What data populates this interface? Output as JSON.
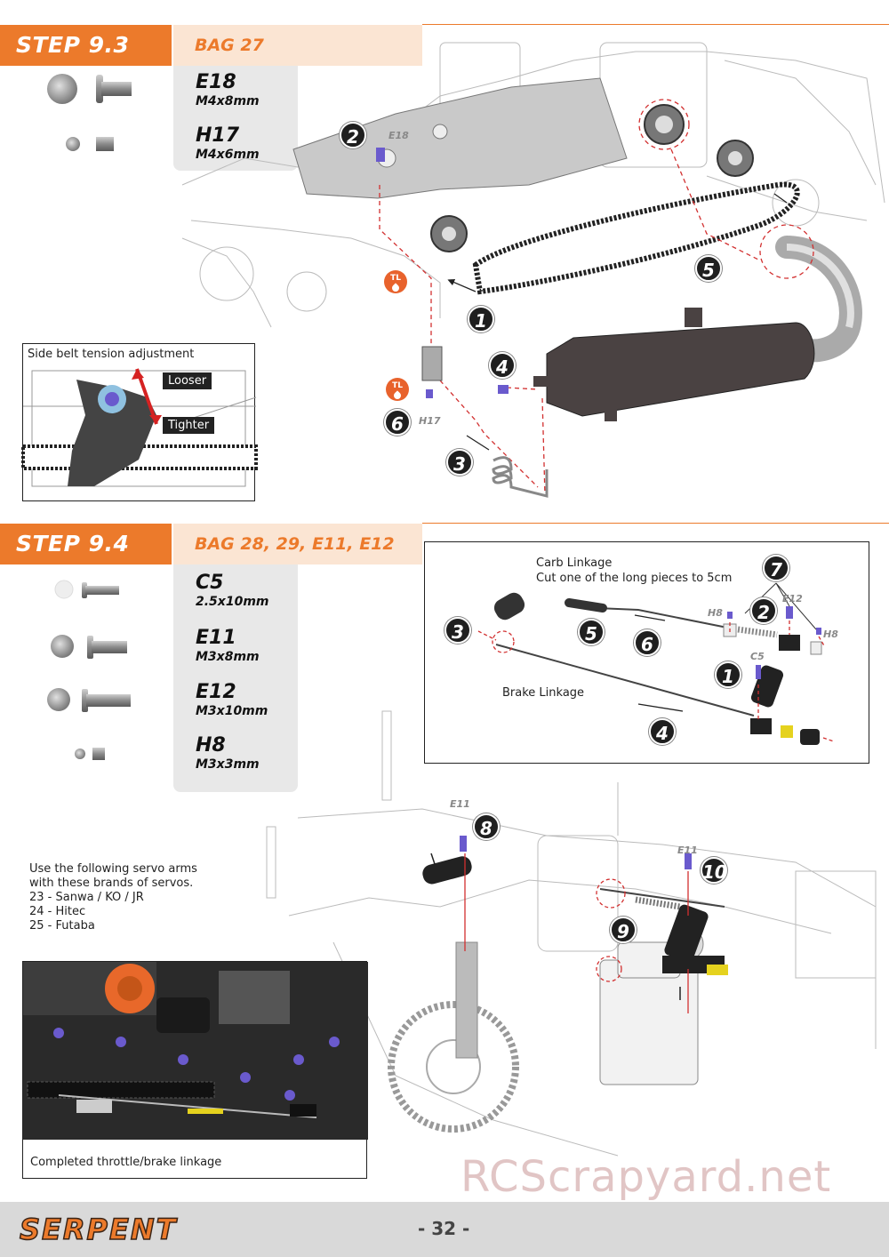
{
  "step93": {
    "title": "STEP 9.3",
    "bag": "BAG 27",
    "parts": [
      {
        "code": "E18",
        "size": "M4x8mm"
      },
      {
        "code": "H17",
        "size": "M4x6mm"
      }
    ],
    "callouts": [
      "1",
      "2",
      "3",
      "4",
      "5",
      "6"
    ],
    "tags": {
      "e18": "E18",
      "h17": "H17",
      "tl": "TL"
    },
    "inset": {
      "caption": "Side belt tension adjustment",
      "looser": "Looser",
      "tighter": "Tighter"
    }
  },
  "step94": {
    "title": "STEP 9.4",
    "bag": "BAG 28, 29, E11, E12",
    "parts": [
      {
        "code": "C5",
        "size": "2.5x10mm"
      },
      {
        "code": "E11",
        "size": "M3x8mm"
      },
      {
        "code": "E12",
        "size": "M3x10mm"
      },
      {
        "code": "H8",
        "size": "M3x3mm"
      }
    ],
    "linkage": {
      "carb_title": "Carb Linkage",
      "carb_note": "Cut one of the long pieces to 5cm",
      "brake": "Brake Linkage",
      "callouts": [
        "1",
        "2",
        "3",
        "4",
        "5",
        "6",
        "7"
      ],
      "tags": {
        "h8a": "H8",
        "e12": "E12",
        "h8b": "H8",
        "c5": "C5"
      }
    },
    "main_callouts": [
      "8",
      "9",
      "10"
    ],
    "main_tags": {
      "e11a": "E11",
      "e11b": "E11"
    },
    "servo_note": [
      "Use the following servo arms",
      "with these brands of servos.",
      "23 - Sanwa / KO / JR",
      "24 - Hitec",
      "25 - Futaba"
    ],
    "photo_caption": "Completed throttle/brake linkage"
  },
  "footer": {
    "brand": "SERPENT",
    "page": "- 32 -",
    "watermark": "RCScrapyard.net"
  },
  "colors": {
    "accent": "#ec7a2b",
    "bag_bg": "#fbe5d3",
    "tl_red": "#e8622c"
  }
}
